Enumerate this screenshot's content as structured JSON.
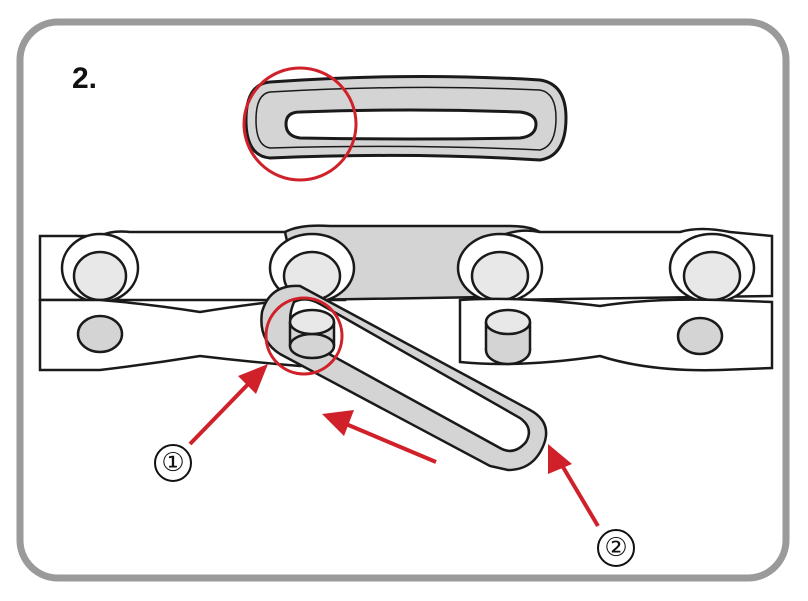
{
  "step": {
    "number": "2."
  },
  "callouts": [
    {
      "label": "①"
    },
    {
      "label": "②"
    }
  ],
  "colors": {
    "frame": "#9a9a9a",
    "outline": "#1a1a1a",
    "link_plate": "#d4d4d4",
    "chain_fill": "#ffffff",
    "highlight": "#d0212a"
  }
}
